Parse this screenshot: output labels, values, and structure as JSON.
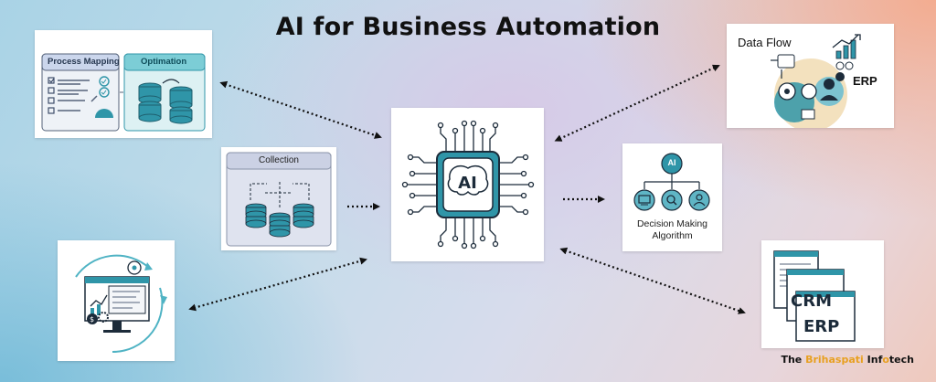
{
  "title": "AI for Business Automation",
  "cards": {
    "process": {
      "left_label": "Process Mapping",
      "right_label": "Optimation"
    },
    "collection": {
      "label": "Collection"
    },
    "ai": {
      "label": "AI"
    },
    "decision": {
      "node_label": "AI",
      "caption_line1": "Decision Making",
      "caption_line2": "Algorithm"
    },
    "dataflow": {
      "label": "Data Flow",
      "erp": "ERP"
    },
    "crm": {
      "crm": "CRM",
      "erp": "ERP"
    }
  },
  "brand": {
    "prefix": "The ",
    "highlight": "Brihaspati",
    "middle": " Inf",
    "mark": "o",
    "suffix": "tech"
  },
  "colors": {
    "accent_teal": "#2f95a8",
    "dark": "#1c2b3a",
    "brand_orange": "#e8a020"
  }
}
